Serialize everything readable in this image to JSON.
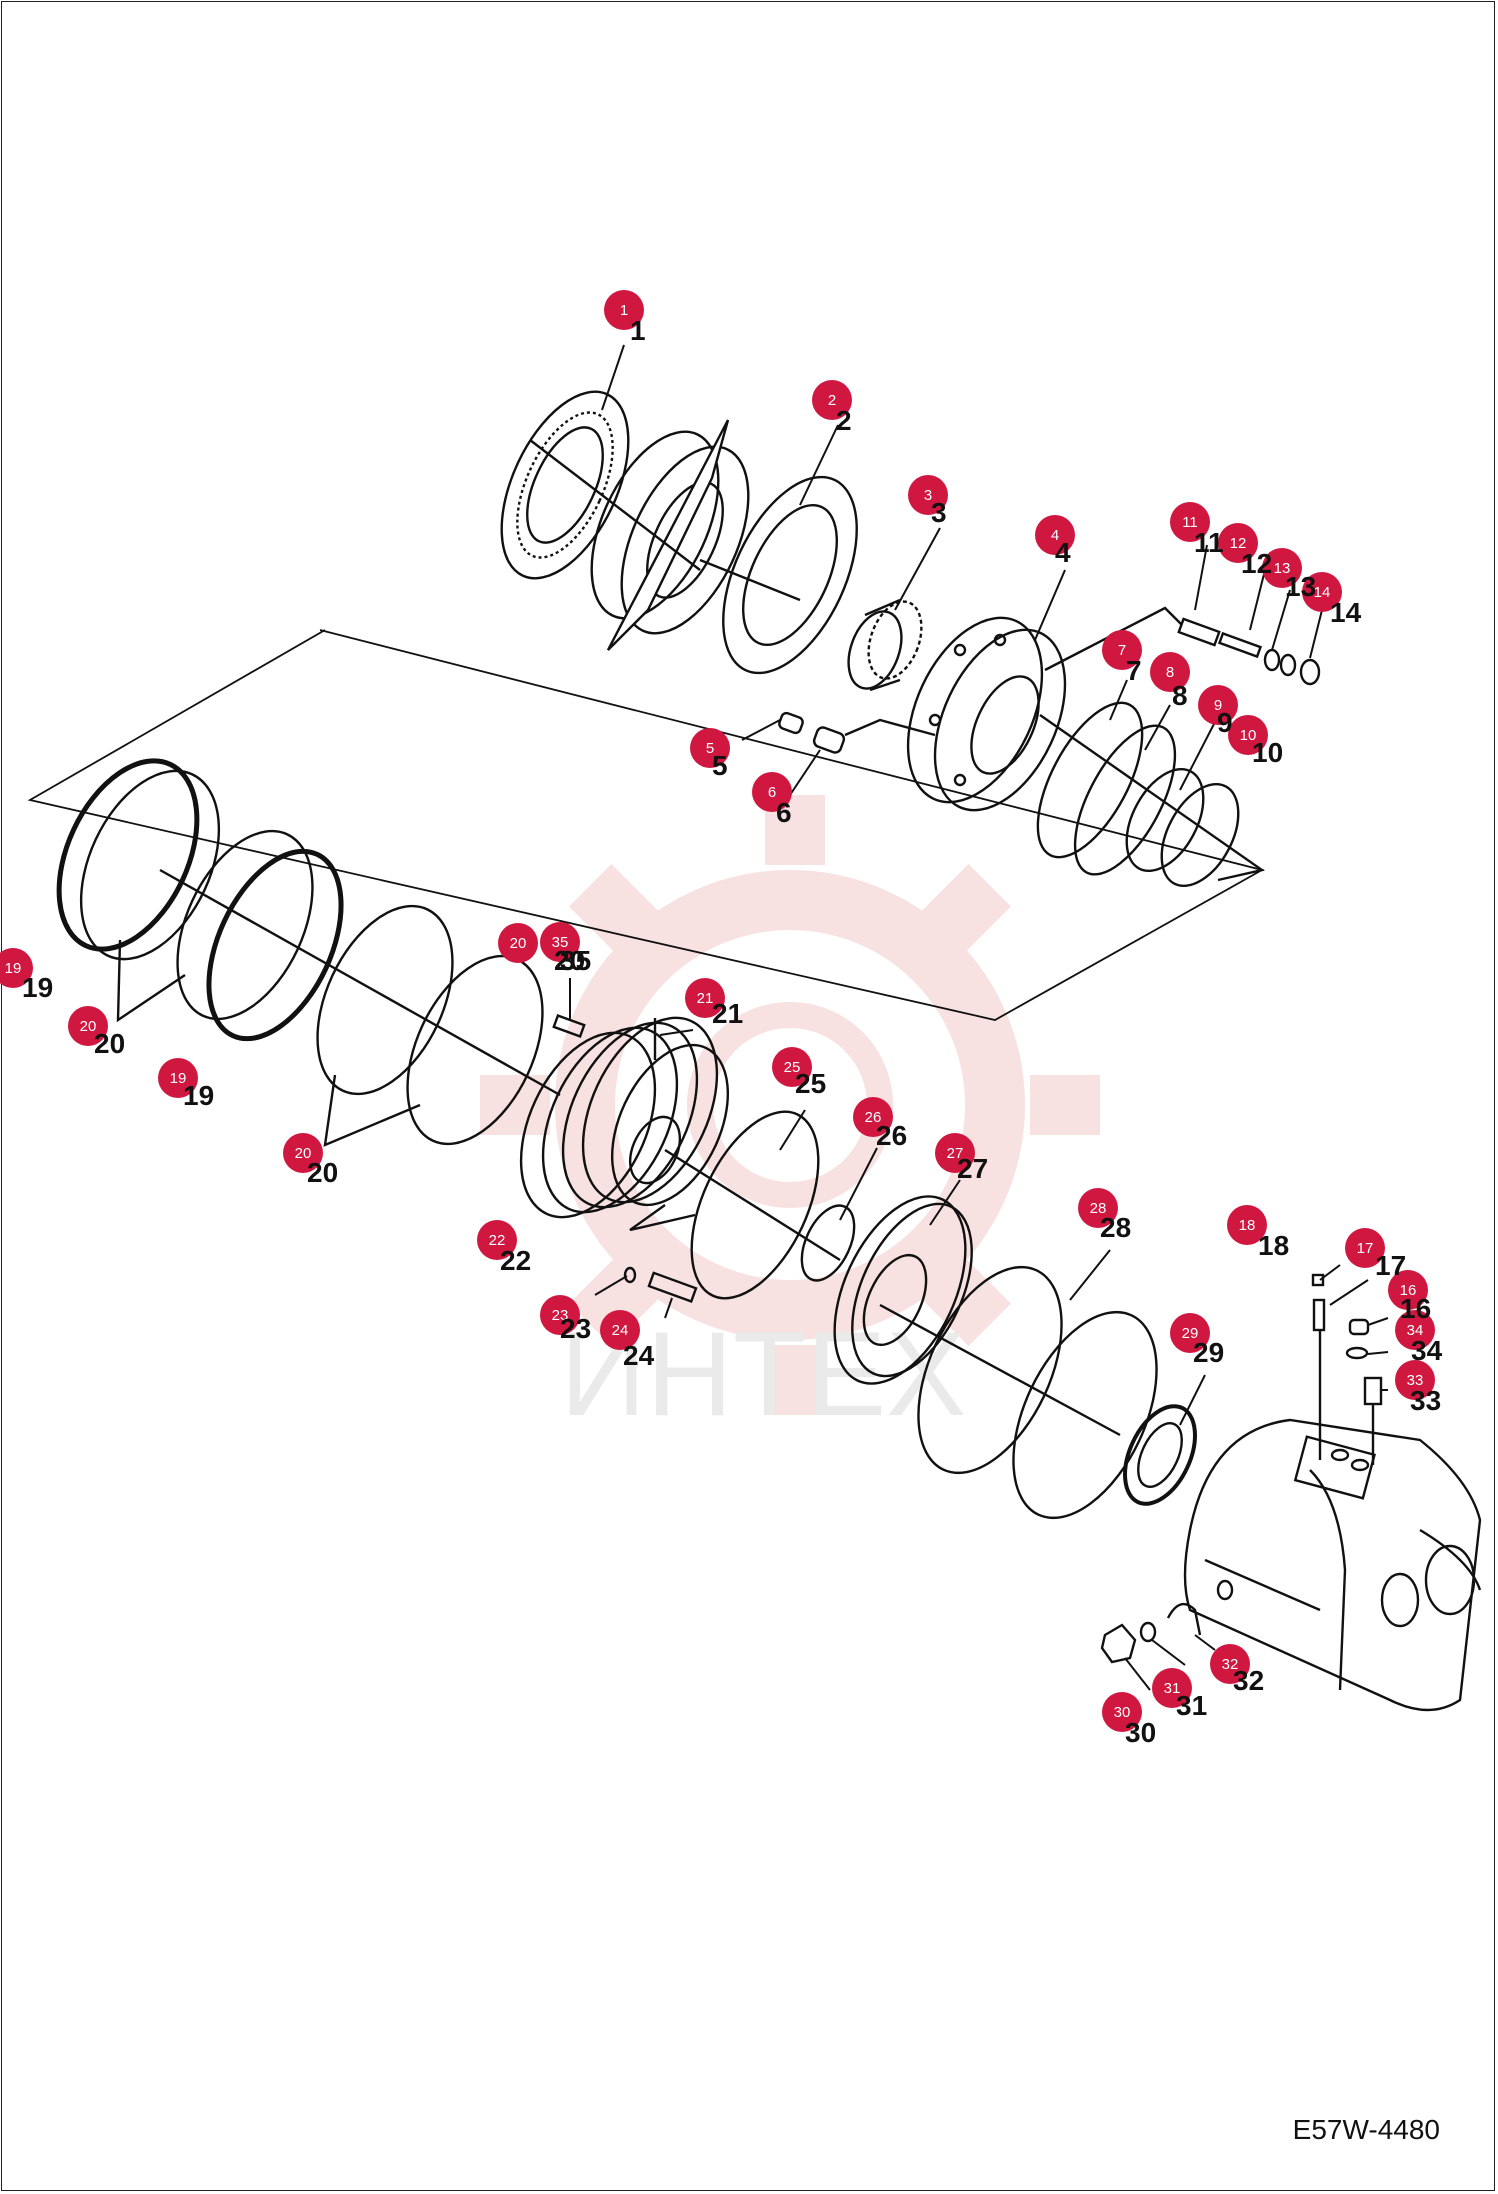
{
  "drawing_code": "E57W-4480",
  "watermark": {
    "text": "ИНТЕХ",
    "color": "#f2c9c9"
  },
  "colors": {
    "badge": "#d0173f",
    "line": "#111111"
  },
  "callouts": [
    {
      "n": "1"
    },
    {
      "n": "2"
    },
    {
      "n": "3"
    },
    {
      "n": "4"
    },
    {
      "n": "5"
    },
    {
      "n": "6"
    },
    {
      "n": "7"
    },
    {
      "n": "8"
    },
    {
      "n": "9"
    },
    {
      "n": "10"
    },
    {
      "n": "11"
    },
    {
      "n": "12"
    },
    {
      "n": "13"
    },
    {
      "n": "14"
    },
    {
      "n": "16"
    },
    {
      "n": "17"
    },
    {
      "n": "18"
    },
    {
      "n": "19"
    },
    {
      "n": "19"
    },
    {
      "n": "20"
    },
    {
      "n": "20"
    },
    {
      "n": "20"
    },
    {
      "n": "21"
    },
    {
      "n": "22"
    },
    {
      "n": "23"
    },
    {
      "n": "24"
    },
    {
      "n": "25"
    },
    {
      "n": "26"
    },
    {
      "n": "27"
    },
    {
      "n": "28"
    },
    {
      "n": "29"
    },
    {
      "n": "30"
    },
    {
      "n": "31"
    },
    {
      "n": "32"
    },
    {
      "n": "33"
    },
    {
      "n": "34"
    },
    {
      "n": "35"
    }
  ],
  "labels": [
    {
      "t": "1"
    },
    {
      "t": "2"
    },
    {
      "t": "3"
    },
    {
      "t": "4"
    },
    {
      "t": "5"
    },
    {
      "t": "6"
    },
    {
      "t": "7"
    },
    {
      "t": "8"
    },
    {
      "t": "9"
    },
    {
      "t": "10"
    },
    {
      "t": "11"
    },
    {
      "t": "12"
    },
    {
      "t": "13"
    },
    {
      "t": "14"
    },
    {
      "t": "16"
    },
    {
      "t": "17"
    },
    {
      "t": "18"
    },
    {
      "t": "19"
    },
    {
      "t": "19"
    },
    {
      "t": "20"
    },
    {
      "t": "20"
    },
    {
      "t": "20"
    },
    {
      "t": "21"
    },
    {
      "t": "22"
    },
    {
      "t": "23"
    },
    {
      "t": "24"
    },
    {
      "t": "25"
    },
    {
      "t": "26"
    },
    {
      "t": "27"
    },
    {
      "t": "28"
    },
    {
      "t": "29"
    },
    {
      "t": "30"
    },
    {
      "t": "31"
    },
    {
      "t": "32"
    },
    {
      "t": "33"
    },
    {
      "t": "34"
    },
    {
      "t": "35"
    }
  ]
}
